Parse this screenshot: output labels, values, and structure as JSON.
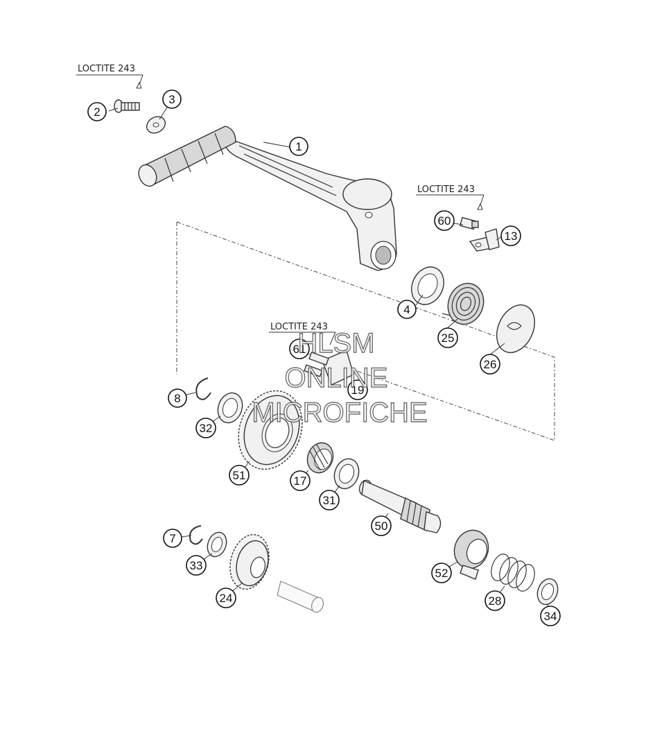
{
  "loctite_labels": [
    "LOCTITE 243",
    "LOCTITE 243",
    "LOCTITE 243"
  ],
  "callouts": {
    "c1": "1",
    "c2": "2",
    "c3": "3",
    "c4": "4",
    "c7": "7",
    "c8": "8",
    "c13": "13",
    "c17": "17",
    "c19": "19",
    "c24": "24",
    "c25": "25",
    "c26": "26",
    "c28": "28",
    "c31": "31",
    "c32": "32",
    "c33": "33",
    "c34": "34",
    "c50": "50",
    "c51": "51",
    "c52": "52",
    "c60": "60",
    "c61": "61"
  },
  "watermark": {
    "line1": "HLSM",
    "line2": "ONLINE",
    "line3": "MICROFICHE"
  }
}
